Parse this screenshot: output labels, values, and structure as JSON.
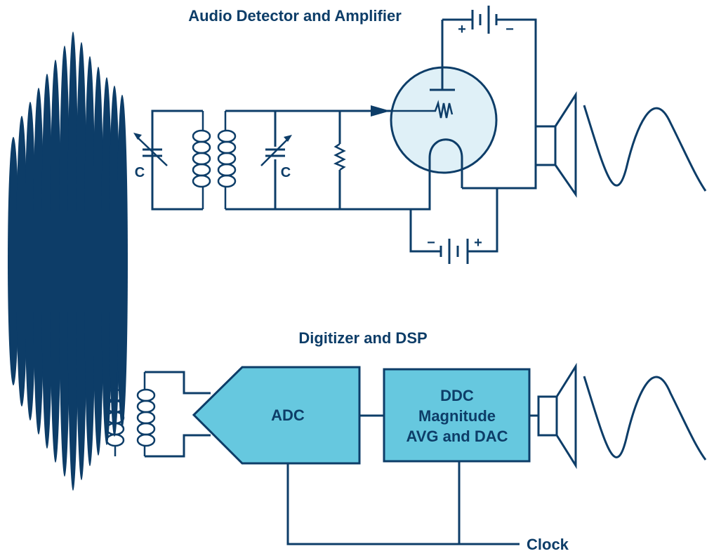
{
  "titles": {
    "top": "Audio Detector and Amplifier",
    "bottom": "Digitizer and DSP"
  },
  "labels": {
    "cap_left": "C",
    "cap_right": "C",
    "batt_top_plus": "+",
    "batt_top_minus": "−",
    "batt_bottom_minus": "−",
    "batt_bottom_plus": "+",
    "adc": "ADC",
    "dsp_line1": "DDC",
    "dsp_line2": "Magnitude",
    "dsp_line3": "AVG and DAC",
    "clock": "Clock"
  },
  "colors": {
    "navy": "#0d3d68",
    "block_fill": "#66c8df",
    "tube_fill": "#dff0f7"
  }
}
